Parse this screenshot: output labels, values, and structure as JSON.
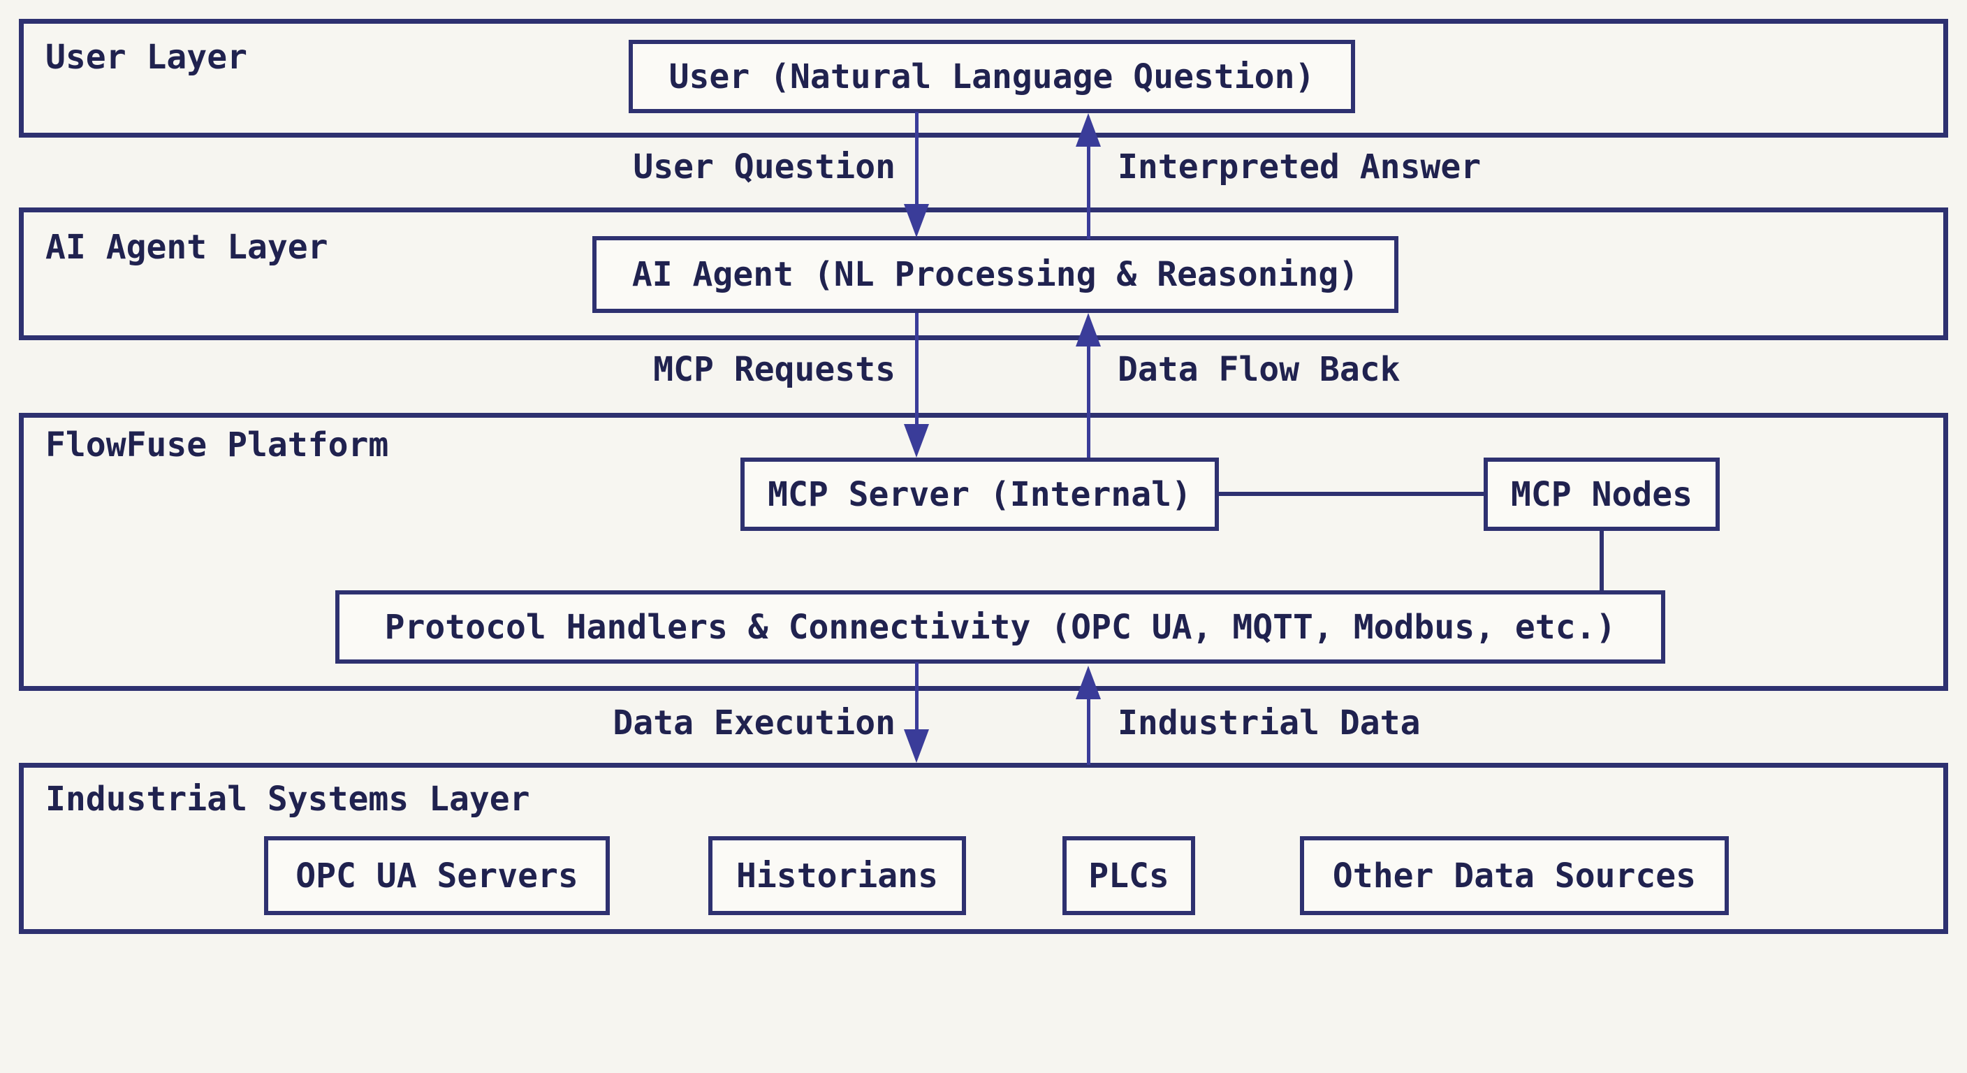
{
  "colors": {
    "background": "#f6f5f0",
    "border": "#2e3170",
    "arrow": "#3a3c99",
    "text": "#20224f"
  },
  "layers": [
    {
      "label": "User Layer",
      "boxes": [
        {
          "label": "User (Natural Language Question)"
        }
      ]
    },
    {
      "label": "AI Agent Layer",
      "boxes": [
        {
          "label": "AI Agent (NL Processing & Reasoning)"
        }
      ]
    },
    {
      "label": "FlowFuse Platform",
      "boxes": [
        {
          "label": "MCP Server (Internal)"
        },
        {
          "label": "MCP Nodes"
        },
        {
          "label": "Protocol Handlers & Connectivity (OPC UA, MQTT, Modbus, etc.)"
        }
      ]
    },
    {
      "label": "Industrial Systems Layer",
      "boxes": [
        {
          "label": "OPC UA Servers"
        },
        {
          "label": "Historians"
        },
        {
          "label": "PLCs"
        },
        {
          "label": "Other Data Sources"
        }
      ]
    }
  ],
  "flows": [
    {
      "down": "User Question",
      "up": "Interpreted Answer"
    },
    {
      "down": "MCP Requests",
      "up": "Data Flow Back"
    },
    {
      "down": "Data Execution",
      "up": "Industrial Data"
    }
  ],
  "connections": [
    {
      "from": "MCP Server (Internal)",
      "to": "MCP Nodes"
    },
    {
      "from": "MCP Nodes",
      "to": "Protocol Handlers & Connectivity (OPC UA, MQTT, Modbus, etc.)"
    }
  ]
}
